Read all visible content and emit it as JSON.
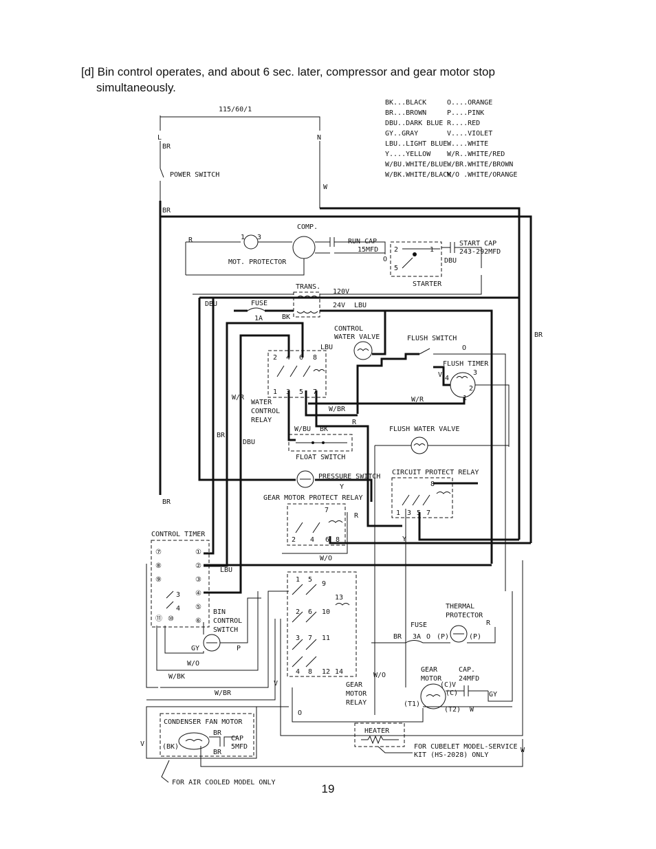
{
  "caption": {
    "line1": "[d] Bin control operates, and about 6 sec. later, compressor and gear motor stop",
    "line2": "simultaneously."
  },
  "page_number": "19",
  "diagram": {
    "supply": "115/60/1",
    "supply_l": "L",
    "supply_n": "N",
    "legend_col1": [
      "BK...BLACK",
      "BR...BROWN",
      "DBU..DARK BLUE",
      "GY..GRAY",
      "LBU..LIGHT BLUE",
      "Y....YELLOW",
      "W/BU.WHITE/BLUE",
      "W/BK.WHITE/BLACK"
    ],
    "legend_col2": [
      "O....ORANGE",
      "P....PINK",
      "R....RED",
      "V....VIOLET",
      "W....WHITE",
      "W/R..WHITE/RED",
      "W/BR.WHITE/BROWN",
      "W/O .WHITE/ORANGE"
    ],
    "components": {
      "power_switch": "POWER SWITCH",
      "mot_protector": "MOT. PROTECTOR",
      "comp": "COMP.",
      "run_cap": "RUN CAP",
      "run_cap_val": "15MFD",
      "start_cap": "START CAP",
      "start_cap_val": "243-292MFD",
      "starter": "STARTER",
      "trans": "TRANS.",
      "v120": "120V",
      "v24": "24V",
      "fuse1": "FUSE",
      "fuse1_val": "1A",
      "control_water_valve_1": "CONTROL",
      "control_water_valve_2": "WATER VALVE",
      "flush_switch": "FLUSH SWITCH",
      "flush_timer": "FLUSH TIMER",
      "water_control_relay_1": "WATER",
      "water_control_relay_2": "CONTROL",
      "water_control_relay_3": "RELAY",
      "float_switch": "FLOAT SWITCH",
      "flush_water_valve": "FLUSH WATER VALVE",
      "pressure_switch": "PRESSURE SWITCH",
      "gear_motor_protect_relay": "GEAR MOTOR PROTECT RELAY",
      "circuit_protect_relay": "CIRCUIT PROTECT RELAY",
      "control_timer": "CONTROL TIMER",
      "bin_control_switch_1": "BIN",
      "bin_control_switch_2": "CONTROL",
      "bin_control_switch_3": "SWITCH",
      "thermal_protector_1": "THERMAL",
      "thermal_protector_2": "PROTECTOR",
      "fuse2": "FUSE",
      "fuse2_val": "3A",
      "gear_motor_1": "GEAR",
      "gear_motor_2": "MOTOR",
      "cap2": "CAP.",
      "cap2_val": "24MFD",
      "gear_motor_relay_1": "GEAR",
      "gear_motor_relay_2": "MOTOR",
      "gear_motor_relay_3": "RELAY",
      "condenser_fan_motor": "CONDENSER FAN MOTOR",
      "cap3": "CAP",
      "cap3_val": "5MFD",
      "heater": "HEATER",
      "cubelet_note_1": "FOR CUBELET MODEL-SERVICE",
      "cubelet_note_2": "KIT (HS-2028) ONLY",
      "air_cooled_note": "FOR AIR COOLED MODEL ONLY"
    },
    "wire_labels": {
      "br": "BR",
      "r": "R",
      "o": "O",
      "dbu": "DBU",
      "bk": "BK",
      "lbu": "LBU",
      "v": "V",
      "w": "W",
      "y": "Y",
      "gy": "GY",
      "p": "P",
      "wr": "W/R",
      "wbr": "W/BR",
      "wbu": "W/BU",
      "wo": "W/O",
      "wbk": "W/BK",
      "bk_paren": "(BK)",
      "p_paren": "(P)",
      "c_paren": "(C)",
      "t1": "(T1)",
      "t2": "(T2)"
    },
    "terminals": {
      "timer_left": [
        "⑦",
        "⑧",
        "⑨"
      ],
      "timer_right": [
        "①",
        "②",
        "③",
        "④",
        "⑤",
        "⑥"
      ],
      "timer_bottom": [
        "⑪",
        "⑩"
      ]
    }
  }
}
